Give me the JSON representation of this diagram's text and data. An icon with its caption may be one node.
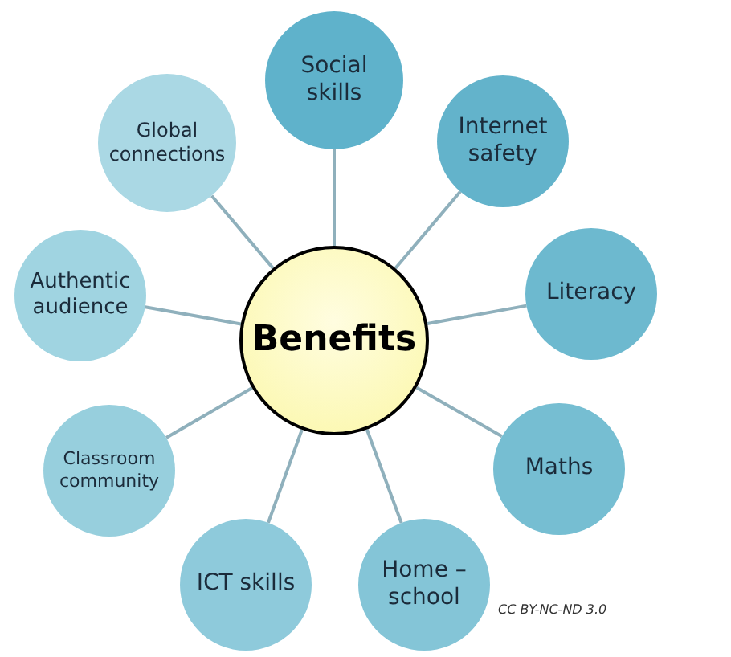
{
  "diagram": {
    "nodes": [
      {
        "text": [
          "Benefits"
        ]
      },
      {
        "text": [
          "Social skills"
        ]
      },
      {
        "text": [
          "Internet safety"
        ]
      },
      {
        "text": [
          "Literacy"
        ]
      },
      {
        "text": [
          "Maths"
        ]
      },
      {
        "text": [
          "Home – school"
        ]
      },
      {
        "text": [
          "ICT skills"
        ]
      },
      {
        "text": [
          "Classroom community"
        ]
      },
      {
        "text": [
          "Authentic audience"
        ]
      },
      {
        "text": [
          "Global connections"
        ]
      }
    ],
    "edges": [
      {
        "from": 0,
        "to": 1,
        "arrow": "none"
      },
      {
        "from": 0,
        "to": 2,
        "arrow": "none"
      },
      {
        "from": 0,
        "to": 3,
        "arrow": "none"
      },
      {
        "from": 0,
        "to": 4,
        "arrow": "none"
      },
      {
        "from": 0,
        "to": 5,
        "arrow": "none"
      },
      {
        "from": 0,
        "to": 6,
        "arrow": "none"
      },
      {
        "from": 0,
        "to": 7,
        "arrow": "none"
      },
      {
        "from": 0,
        "to": 8,
        "arrow": "none"
      },
      {
        "from": 0,
        "to": 9,
        "arrow": "none"
      }
    ],
    "labels": [
      "CC BY-NC-ND 3.0"
    ]
  }
}
